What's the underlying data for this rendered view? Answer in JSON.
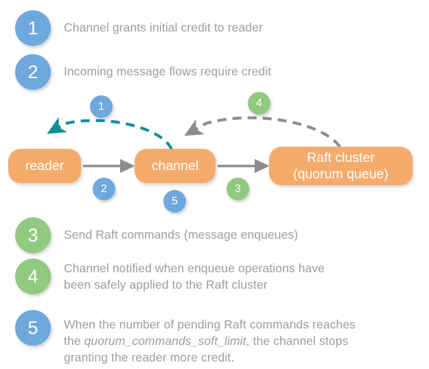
{
  "colors": {
    "blue": "#6fa8dc",
    "green": "#90c97f",
    "orange": "#f4ab6c",
    "teal_arrow": "#118e9a",
    "gray_arrow": "#8c8c8c",
    "text_gray": "#9d9d9d",
    "background": "#ffffff"
  },
  "legend_top": [
    {
      "number": "1",
      "color": "blue",
      "text": "Channel grants initial credit to reader"
    },
    {
      "number": "2",
      "color": "blue",
      "text": "Incoming message flows require credit"
    }
  ],
  "legend_bottom": [
    {
      "number": "3",
      "color": "green",
      "text": "Send Raft commands (message enqueues)"
    },
    {
      "number": "4",
      "color": "green",
      "text": "Channel notified when enqueue operations have\nbeen safely applied to the Raft cluster"
    },
    {
      "number": "5",
      "color": "blue",
      "text_before": "When the number of pending Raft commands reaches\nthe ",
      "text_italic": "quorum_commands_soft_limit",
      "text_after": ", the channel stops\ngranting the reader more credit."
    }
  ],
  "diagram": {
    "nodes": [
      {
        "id": "reader",
        "label": "reader"
      },
      {
        "id": "channel",
        "label": "channel"
      },
      {
        "id": "raft",
        "label": "Raft cluster\n(quorum queue)"
      }
    ],
    "markers": [
      {
        "number": "1",
        "color": "blue",
        "role": "credit-grant-curve-label"
      },
      {
        "number": "2",
        "color": "blue",
        "role": "reader-to-channel-label"
      },
      {
        "number": "3",
        "color": "green",
        "role": "channel-to-raft-label"
      },
      {
        "number": "4",
        "color": "green",
        "role": "raft-to-channel-curve-label"
      },
      {
        "number": "5",
        "color": "blue",
        "role": "channel-soft-limit-label"
      }
    ],
    "edges": [
      {
        "from": "channel",
        "to": "reader",
        "style": "dashed",
        "color": "#118e9a",
        "marker": "1"
      },
      {
        "from": "reader",
        "to": "channel",
        "style": "solid",
        "color": "#8c8c8c",
        "marker": "2"
      },
      {
        "from": "channel",
        "to": "raft",
        "style": "solid",
        "color": "#8c8c8c",
        "marker": "3"
      },
      {
        "from": "raft",
        "to": "channel",
        "style": "dashed",
        "color": "#8c8c8c",
        "marker": "4"
      }
    ]
  }
}
